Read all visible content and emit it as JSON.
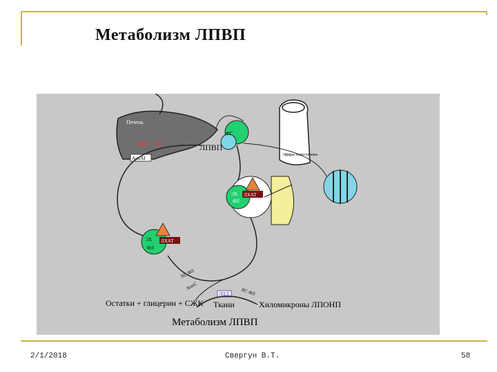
{
  "slide": {
    "title": "Метаболизм ЛПВП",
    "footer": {
      "date": "2/1/2018",
      "author": "Свергун В.Т.",
      "page": "58"
    }
  },
  "figure": {
    "liver_label": "Печень",
    "liver_inner": "ФЛ + Хс",
    "apoai_label": "АпоАI",
    "fg_label": "ФГ",
    "hdl_label": "ЛПВП",
    "chol_ester_label": "Эфиры холестерина",
    "mid_label_1": "ЭХ",
    "mid_label_2": "ФЛ",
    "lcat_label_1": "ЛХАТ",
    "lcat_label_2": "ЛХАТ",
    "lower_label_1": "ЭХ",
    "lower_label_2": "ФЛ",
    "lpl_label": "ЛПЛ",
    "remnants_label": "Остатки + глицерин + СЖК",
    "tissues_label": "Ткани",
    "chylo_label": "Хиломикроны ЛПОНП",
    "caption": "Метаболизм ЛПВП",
    "arrow_label_1": "ХС ФЛ",
    "arrow_label_2": "АпоС",
    "arrow_label_3": "ХС ФЛ",
    "colors": {
      "panel": "#c8c8c8",
      "liver": "#6f6f6f",
      "green": "#22d070",
      "yellow": "#f3ef9a",
      "cyan": "#7fd7e6",
      "lcat": "#7a1010",
      "orange": "#e8833a"
    }
  }
}
